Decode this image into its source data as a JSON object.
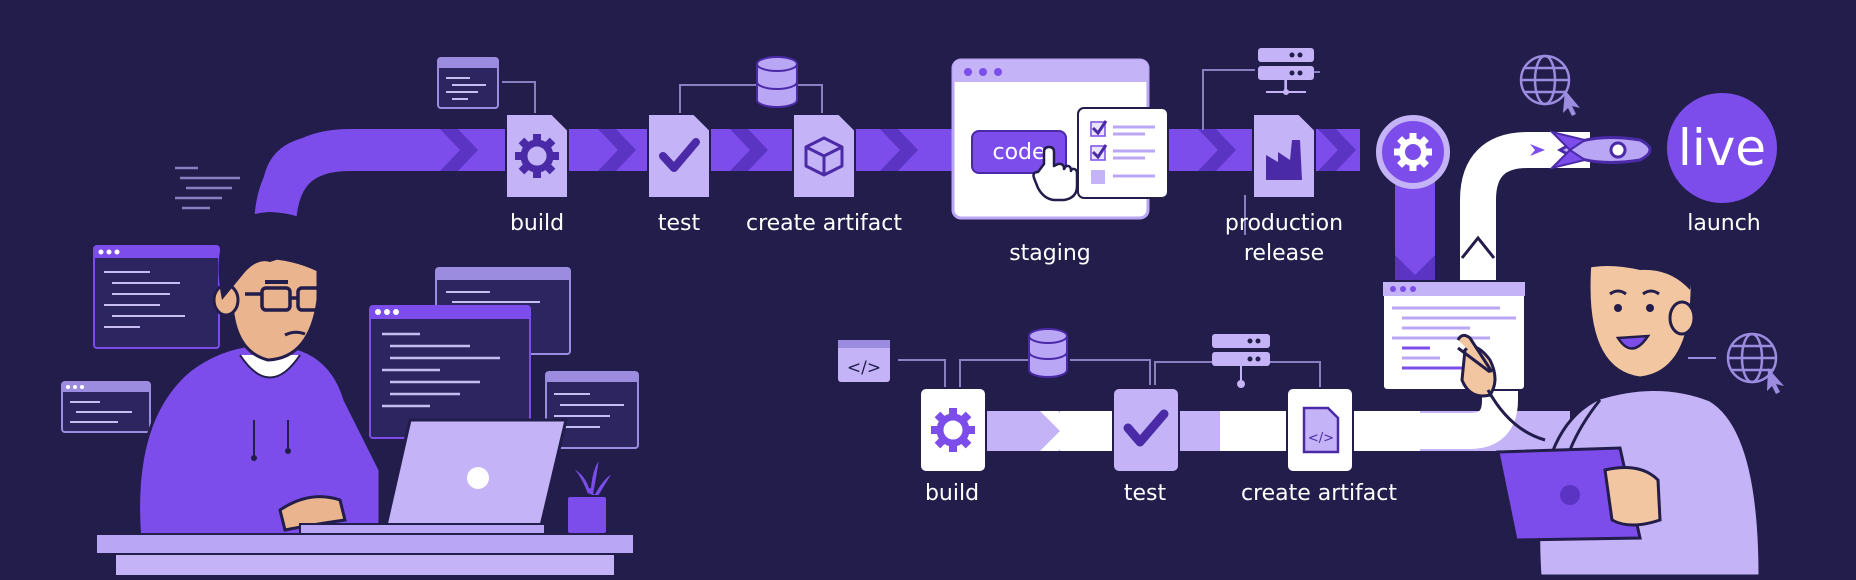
{
  "pipeline_top": {
    "steps": [
      {
        "label": "build",
        "icon": "gear-icon"
      },
      {
        "label": "test",
        "icon": "checkmark-icon"
      },
      {
        "label": "create artifact",
        "icon": "box-icon"
      }
    ],
    "staging": {
      "label": "staging",
      "button_text": "code",
      "icon": "hand-pointer-icon"
    },
    "production": {
      "label_line1": "production",
      "label_line2": "release",
      "icon": "factory-icon"
    },
    "launch": {
      "badge_text": "live",
      "label": "launch",
      "icon": "rocket-icon"
    }
  },
  "pipeline_bottom": {
    "steps": [
      {
        "label": "build",
        "icon": "gear-icon"
      },
      {
        "label": "test",
        "icon": "checkmark-icon"
      },
      {
        "label": "create artifact",
        "icon": "code-file-icon"
      }
    ],
    "source_icon_text": "</>"
  },
  "colors": {
    "background": "#221d4a",
    "accent": "#7c4dea",
    "accent_light": "#b9a6f5",
    "panel": "#f3efff",
    "white": "#ffffff"
  }
}
